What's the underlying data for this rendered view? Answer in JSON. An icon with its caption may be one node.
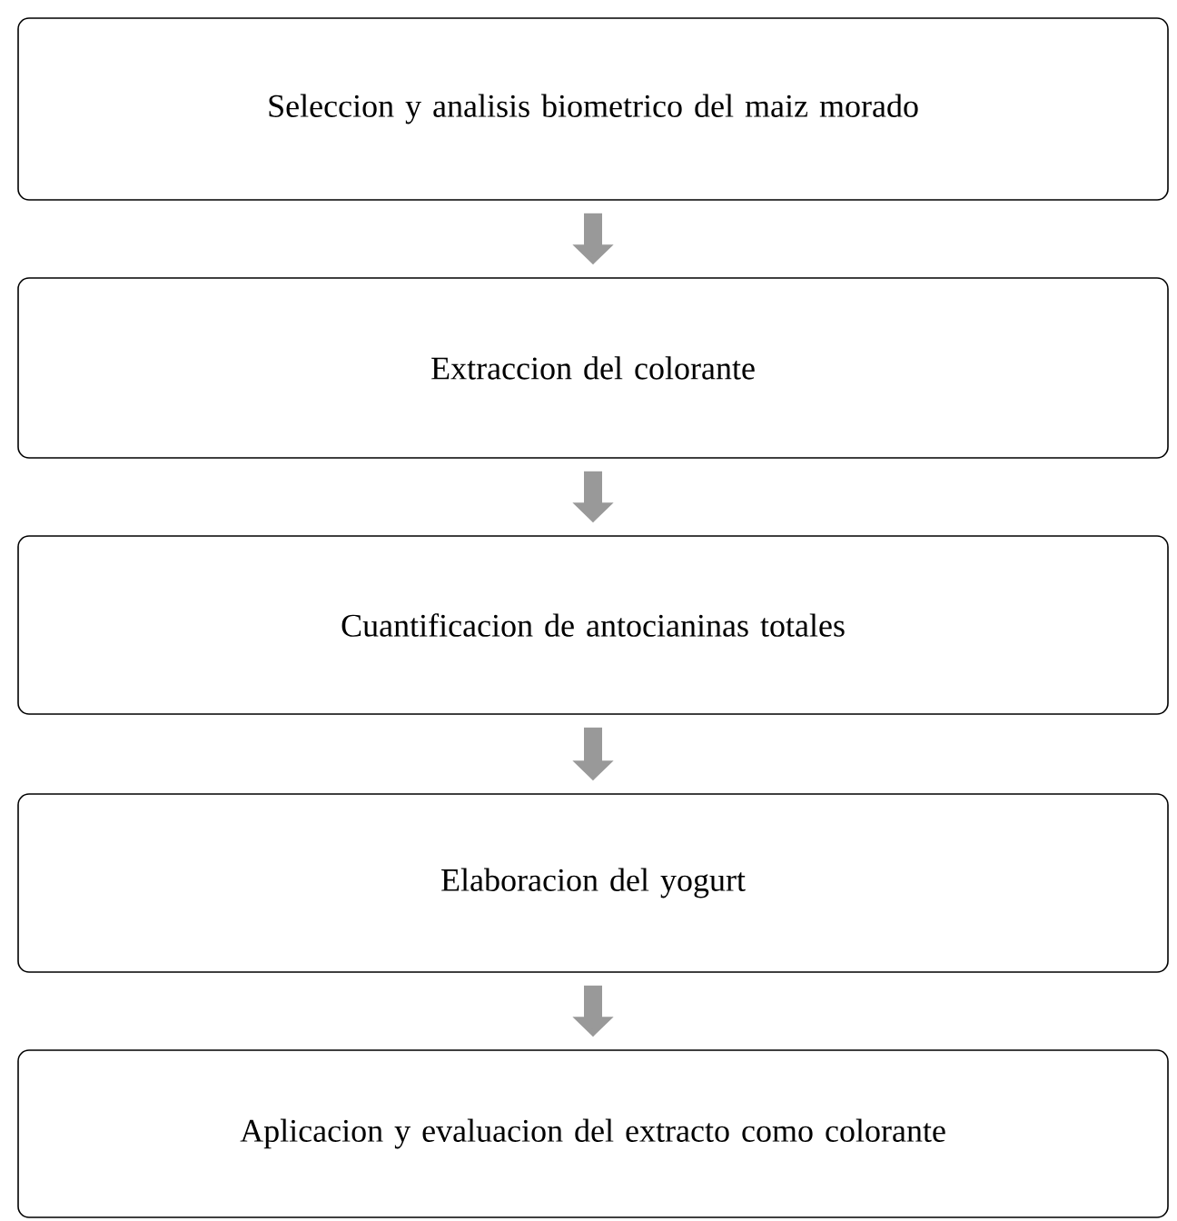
{
  "diagram": {
    "nodes": [
      {
        "text": [
          "Seleccion y analisis biometrico del maiz morado"
        ]
      },
      {
        "text": [
          "Extraccion del colorante"
        ]
      },
      {
        "text": [
          "Cuantificacion de antocianinas totales"
        ]
      },
      {
        "text": [
          "Elaboracion del yogurt"
        ]
      },
      {
        "text": [
          "Aplicacion y evaluacion del extracto como colorante"
        ]
      }
    ],
    "edges": [
      {
        "from": 0,
        "to": 1,
        "arrow": "to"
      },
      {
        "from": 1,
        "to": 2,
        "arrow": "to"
      },
      {
        "from": 2,
        "to": 3,
        "arrow": "to"
      },
      {
        "from": 3,
        "to": 4,
        "arrow": "to"
      }
    ]
  }
}
